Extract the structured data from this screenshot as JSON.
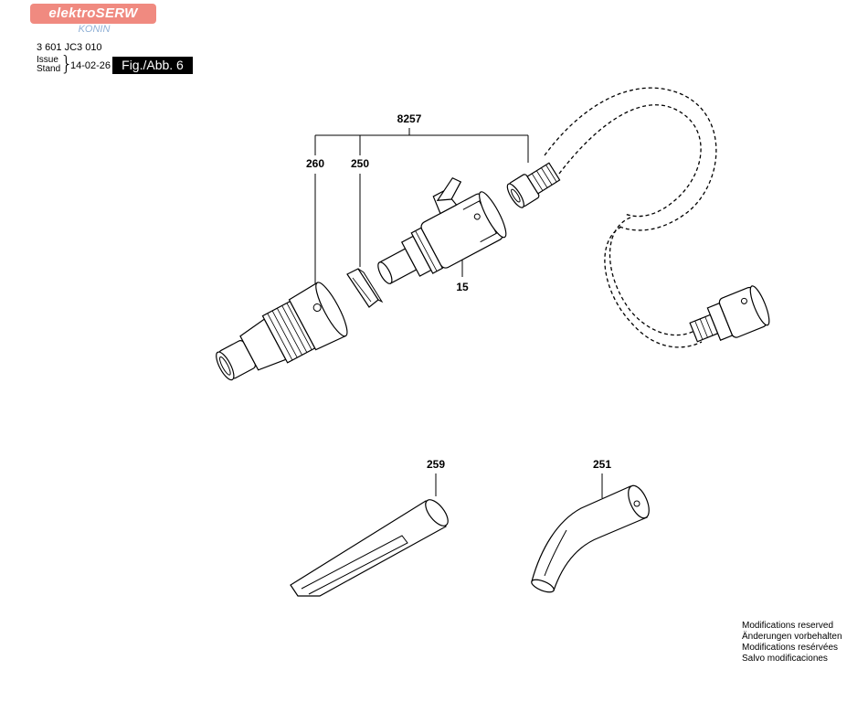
{
  "header": {
    "logo_main": "elektroSERW",
    "logo_sub": "KONIN",
    "doc_number": "3 601 JC3 010",
    "issue_label": "Issue",
    "stand_label": "Stand",
    "date": "14-02-26",
    "figure_label": "Fig./Abb. 6"
  },
  "callouts": {
    "p8257": "8257",
    "p260": "260",
    "p250": "250",
    "p15": "15",
    "p259": "259",
    "p251": "251"
  },
  "footer": {
    "lines": [
      "Modifications reserved",
      "Änderungen vorbehalten",
      "Modifications resérvées",
      "Salvo modificaciones"
    ]
  }
}
